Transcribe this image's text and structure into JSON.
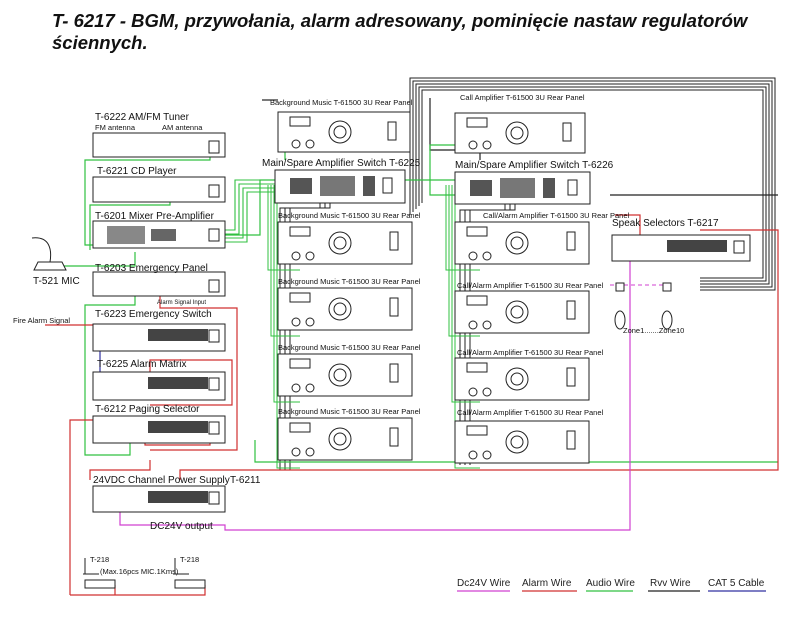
{
  "title": "T- 6217 - BGM, przywołania, alarm adresowany, pominięcie nastaw regulatorów ściennych.",
  "devices": {
    "tuner": {
      "label": "T-6222 AM/FM Tuner",
      "fm": "FM antenna",
      "am": "AM antenna"
    },
    "cd": {
      "label": "T-6221 CD Player"
    },
    "mixer": {
      "label": "T-6201 Mixer Pre-Amplifier"
    },
    "mic": {
      "label": "T-521 MIC"
    },
    "emergency_panel": {
      "label": "T-6203 Emergency Panel",
      "sub": "Alarm Signal Input"
    },
    "fire_alarm": {
      "label": "Fire Alarm Signal"
    },
    "emergency_switch": {
      "label": "T-6223 Emergency Switch"
    },
    "alarm_matrix": {
      "label": "T-6225 Alarm Matrix"
    },
    "paging_selector": {
      "label": "T-6212 Paging Selector"
    },
    "power_supply": {
      "label": "24VDC Channel Power Supply",
      "model": "T-6211",
      "output": "DC24V output"
    },
    "paging_mic_1": {
      "label": "T-218"
    },
    "paging_mic_2": {
      "label": "T-218"
    },
    "paging_note": "(Max.16pcs MIC.1Kms)",
    "bgm_main": {
      "label": "Background Music  T-61500 3U Rear Panel"
    },
    "switch_left": {
      "label": "Main/Spare Amplifier Switch  T-6225"
    },
    "bgm_amps": [
      {
        "label": "Background Music  T-61500 3U Rear Panel"
      },
      {
        "label": "Background Music  T-61500 3U Rear Panel"
      },
      {
        "label": "Background Music  T-61500 3U Rear Panel"
      },
      {
        "label": "Background Music  T-61500 3U Rear Panel"
      }
    ],
    "call_main": {
      "label": "Call Amplifier  T-61500 3U Rear Panel"
    },
    "switch_right": {
      "label": "Main/Spare Amplifier Switch     T-6226"
    },
    "call_amps": [
      {
        "label": "Call/Alarm Amplifier  T-61500 3U Rear Panel"
      },
      {
        "label": "Call/Alarm Amplifier  T-61500 3U Rear Panel"
      },
      {
        "label": "Call/Alarm Amplifier  T-61500 3U Rear Panel"
      },
      {
        "label": "Call/Alarm Amplifier  T-61500 3U Rear Panel"
      }
    ],
    "speak_selectors": {
      "label": "Speak Selectors T-6217"
    },
    "zones": "Zone1.......Zone10"
  },
  "legend": [
    {
      "label": "Dc24V Wire",
      "color": "#d040d0"
    },
    {
      "label": "Alarm Wire",
      "color": "#d03030"
    },
    {
      "label": "Audio Wire",
      "color": "#30c040"
    },
    {
      "label": "Rvv Wire",
      "color": "#222222"
    },
    {
      "label": "CAT 5 Cable",
      "color": "#3030a0"
    }
  ]
}
